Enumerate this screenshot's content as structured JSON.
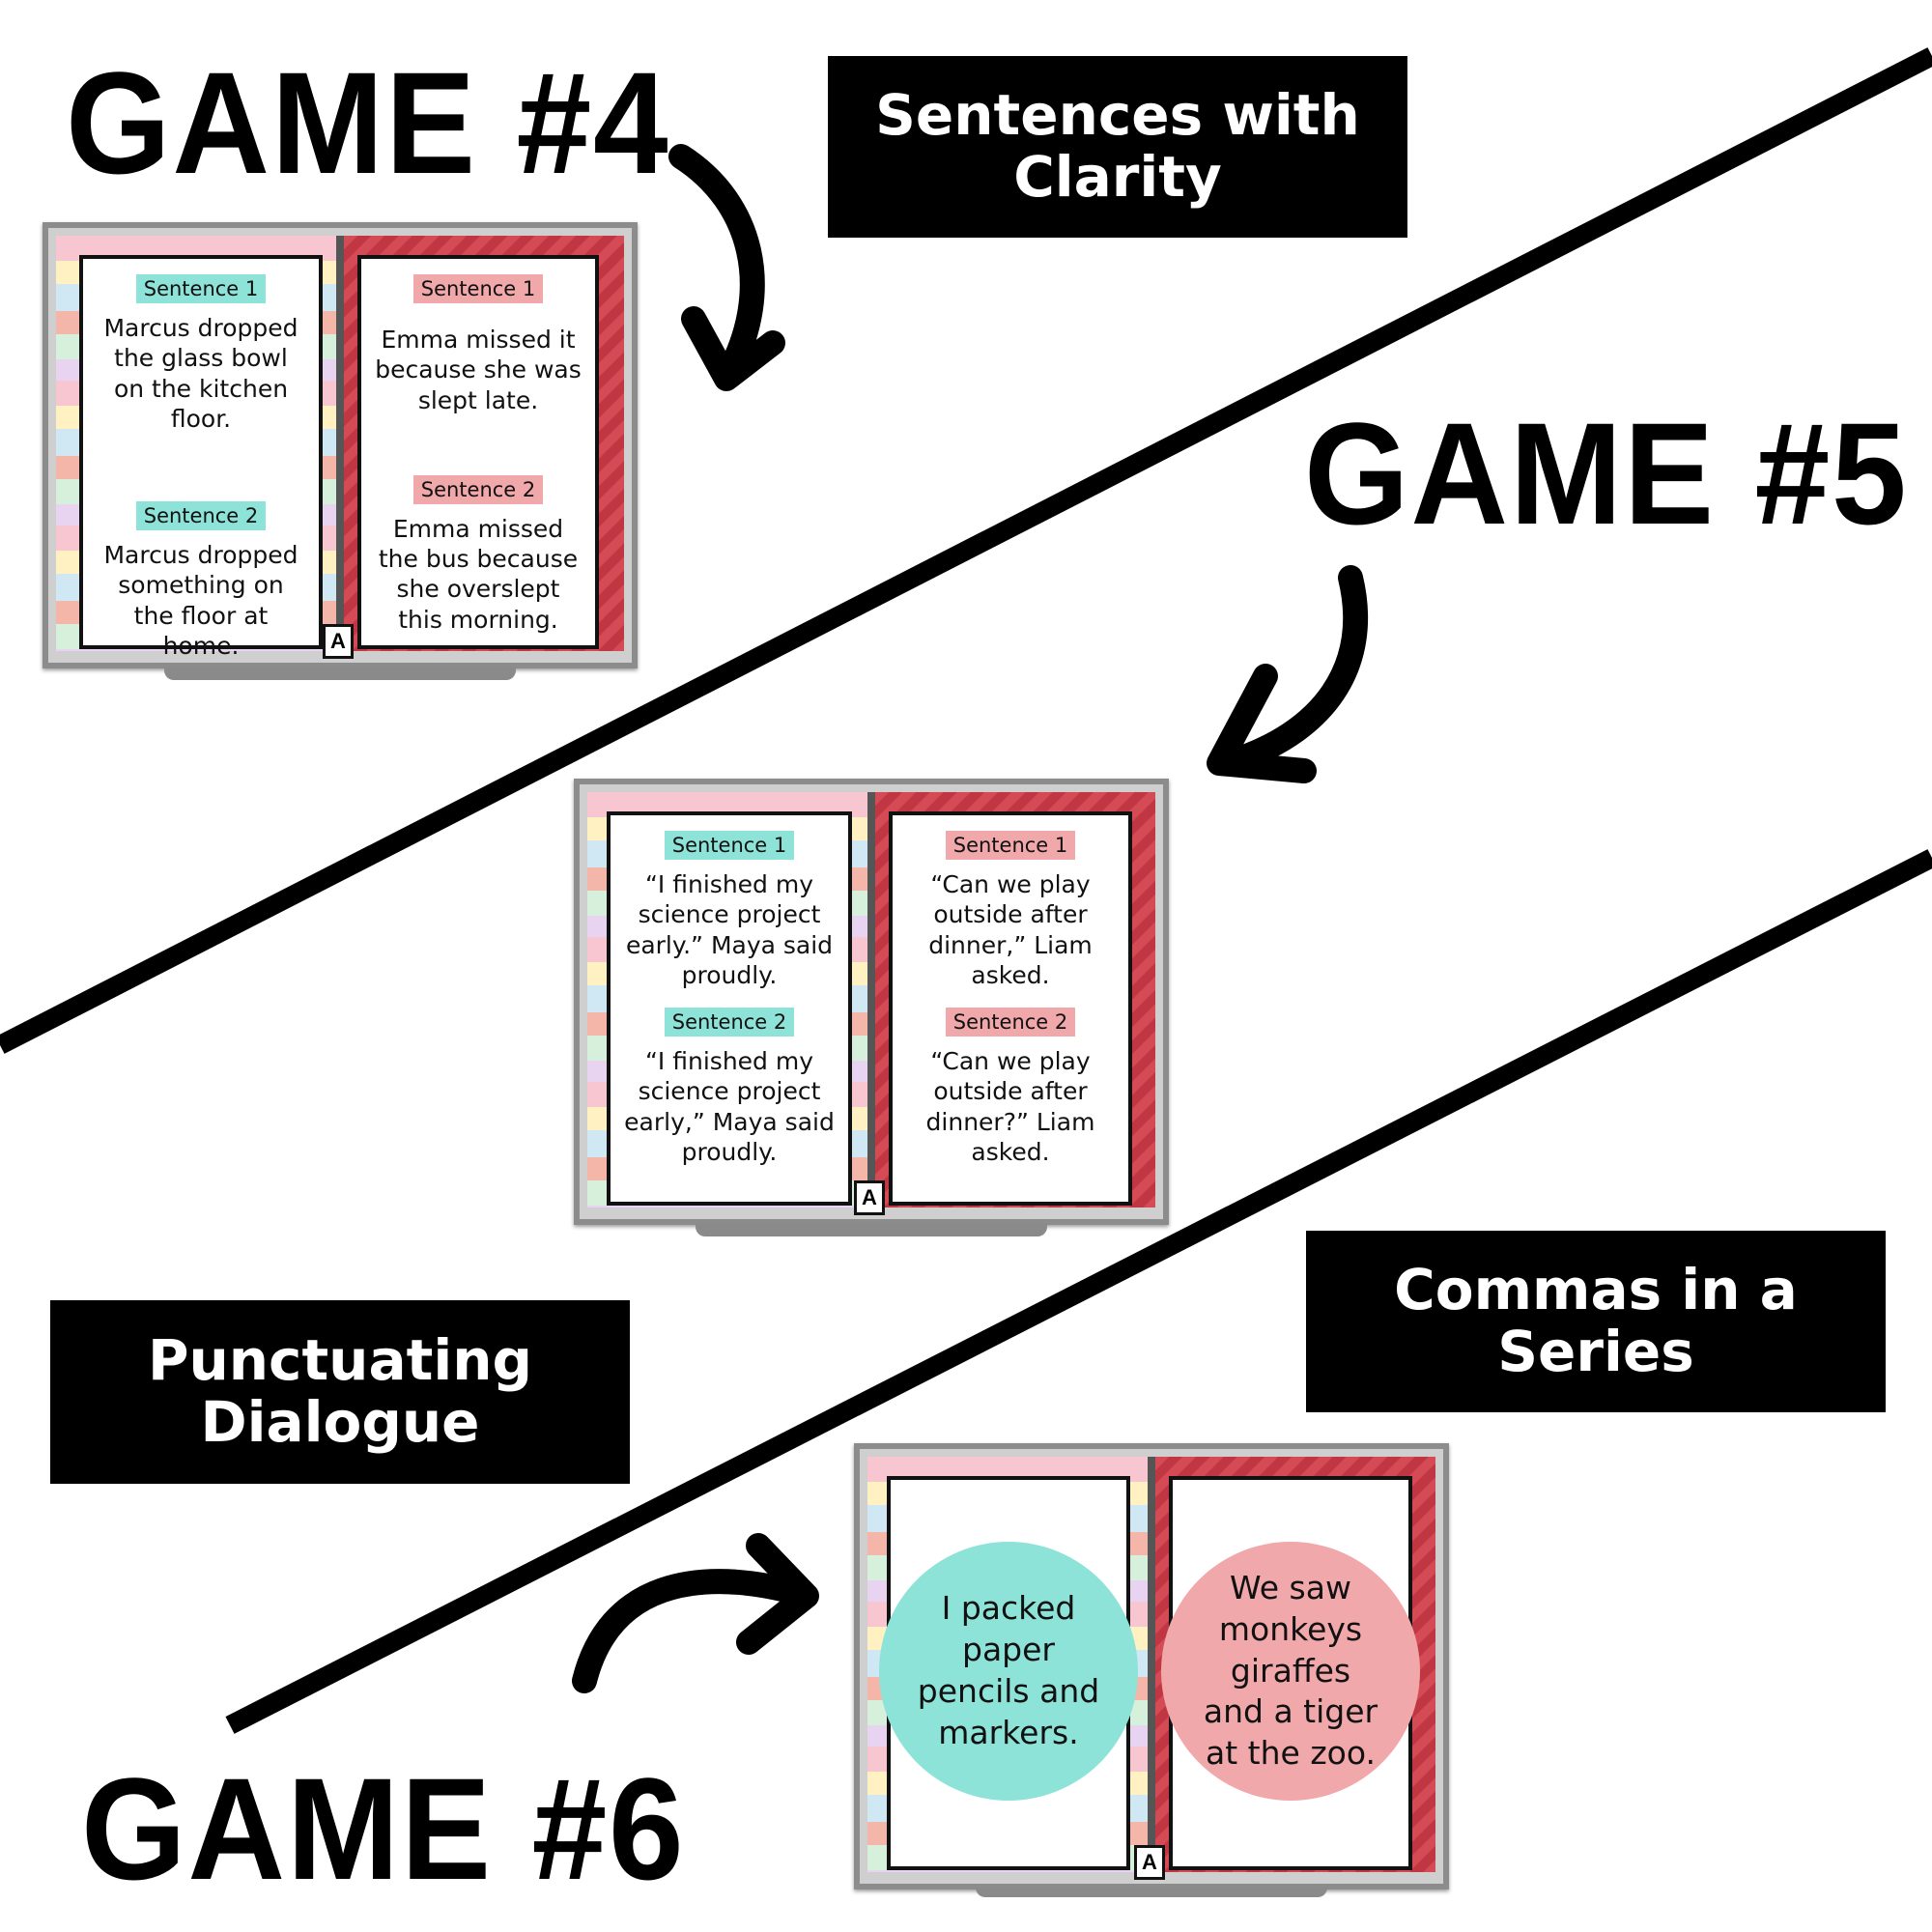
{
  "games": [
    {
      "title": "GAME #4",
      "label": "Sentences with Clarity",
      "left_card": {
        "tag1": "Sentence 1",
        "text1": "Marcus dropped the glass bowl on the kitchen floor.",
        "tag2": "Sentence 2",
        "text2": "Marcus dropped something on the floor at home."
      },
      "right_card": {
        "tag1": "Sentence 1",
        "text1": "Emma missed it because she was slept late.",
        "tag2": "Sentence 2",
        "text2": "Emma missed the bus because she overslept this morning."
      },
      "answer_badge": "A"
    },
    {
      "title": "GAME #5",
      "label": "Punctuating Dialogue",
      "left_card": {
        "tag1": "Sentence 1",
        "text1": "“I finished my science project early.” Maya said proudly.",
        "tag2": "Sentence 2",
        "text2": "“I finished my science project early,” Maya said proudly."
      },
      "right_card": {
        "tag1": "Sentence 1",
        "text1": "“Can we play outside after dinner,” Liam asked.",
        "tag2": "Sentence 2",
        "text2": "“Can we play outside after dinner?” Liam asked."
      },
      "answer_badge": "A"
    },
    {
      "title": "GAME #6",
      "label": "Commas in a Series",
      "left_circle": "I packed paper pencils and markers.",
      "right_circle": "We saw monkeys giraffes and a tiger at the zoo.",
      "answer_badge": "A"
    }
  ],
  "colors": {
    "teal": "#8ee3d9",
    "pink": "#f0a8ab",
    "red_board": "#c03642"
  }
}
